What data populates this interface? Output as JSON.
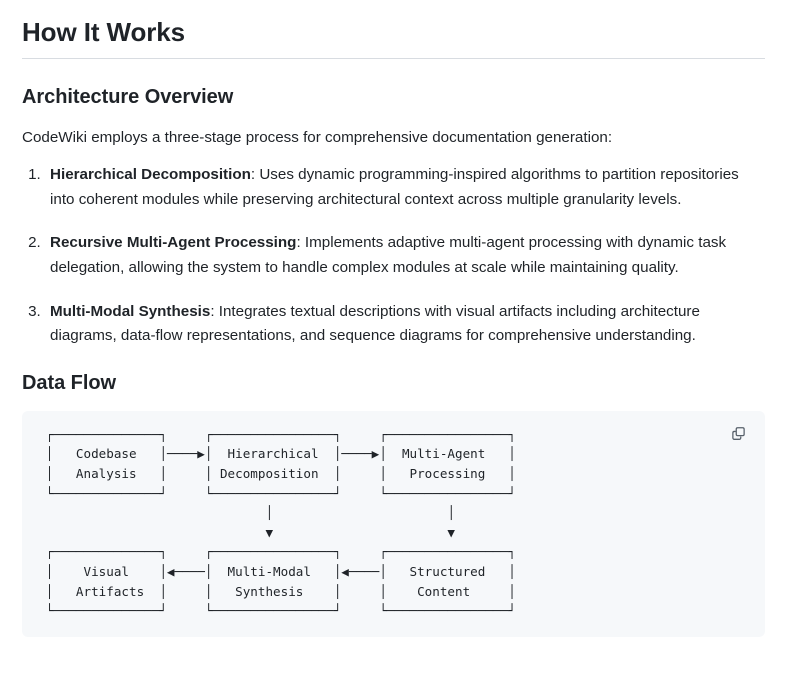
{
  "page": {
    "title": "How It Works"
  },
  "sections": {
    "architecture": {
      "heading": "Architecture Overview",
      "intro": "CodeWiki employs a three-stage process for comprehensive documentation generation:",
      "steps": [
        {
          "term": "Hierarchical Decomposition",
          "text": ": Uses dynamic programming-inspired algorithms to partition repositories into coherent modules while preserving architectural context across multiple granularity levels."
        },
        {
          "term": "Recursive Multi-Agent Processing",
          "text": ": Implements adaptive multi-agent processing with dynamic task delegation, allowing the system to handle complex modules at scale while maintaining quality."
        },
        {
          "term": "Multi-Modal Synthesis",
          "text": ": Integrates textual descriptions with visual artifacts including architecture diagrams, data-flow representations, and sequence diagrams for comprehensive understanding."
        }
      ]
    },
    "dataflow": {
      "heading": "Data Flow",
      "copy_icon": "copy-icon",
      "diagram_nodes": [
        "Codebase Analysis",
        "Hierarchical Decomposition",
        "Multi-Agent Processing",
        "Structured Content",
        "Multi-Modal Synthesis",
        "Visual Artifacts"
      ],
      "diagram_edges": [
        "Codebase Analysis -> Hierarchical Decomposition",
        "Hierarchical Decomposition -> Multi-Agent Processing",
        "Hierarchical Decomposition -> Multi-Modal Synthesis",
        "Multi-Agent Processing -> Structured Content",
        "Structured Content -> Multi-Modal Synthesis",
        "Multi-Modal Synthesis -> Visual Artifacts"
      ],
      "diagram_ascii": " ┌──────────────┐     ┌────────────────┐     ┌────────────────┐\n │   Codebase   │────▶│  Hierarchical  │────▶│  Multi-Agent   │\n │   Analysis   │     │ Decomposition  │     │   Processing   │\n └──────────────┘     └────────────────┘     └────────────────┘\n                              │                       │\n                              ▼                       ▼\n ┌──────────────┐     ┌────────────────┐     ┌────────────────┐\n │    Visual    │◀────│  Multi-Modal   │◀────│   Structured   │\n │   Artifacts  │     │   Synthesis    │     │    Content     │\n └──────────────┘     └────────────────┘     └────────────────┘"
    }
  },
  "colors": {
    "text": "#1f2328",
    "rule": "#d8dce1",
    "panel_bg": "#f6f8fa",
    "icon": "#57606a"
  }
}
